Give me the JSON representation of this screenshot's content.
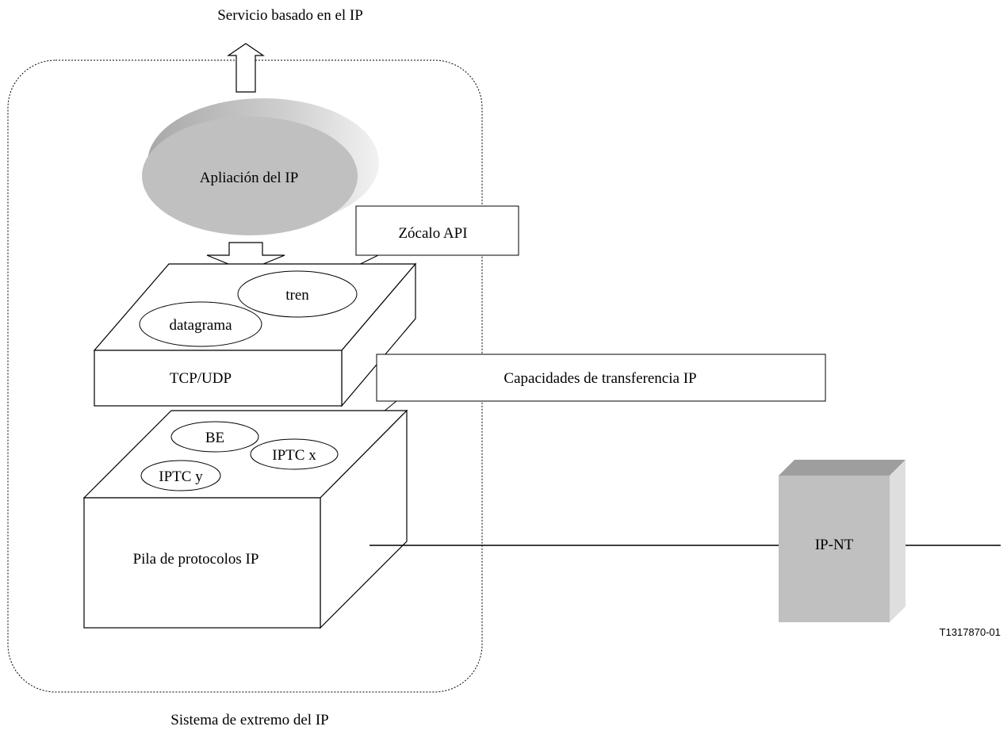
{
  "top_label": "Servicio basado en el IP",
  "bottom_label": "Sistema de extremo del IP",
  "application": {
    "label": "Apliación del IP"
  },
  "callouts": {
    "socket_api": "Zócalo API",
    "transfer_capabilities": "Capacidades de transferencia IP"
  },
  "tcp_udp_block": {
    "label": "TCP/UDP",
    "modes": {
      "stream": "tren",
      "datagram": "datagrama"
    }
  },
  "ip_stack_block": {
    "label": "Pila de protocolos IP",
    "classes": {
      "be": "BE",
      "iptc_x": "IPTC x",
      "iptc_y": "IPTC y"
    }
  },
  "network_terminal": {
    "label": "IP-NT"
  },
  "figure_id": "T1317870-01",
  "colors": {
    "gray_fill": "#c0c0c0",
    "gray_light": "#d9d9d9",
    "gray_shadow": "#9a9a9a",
    "line": "#000000"
  }
}
